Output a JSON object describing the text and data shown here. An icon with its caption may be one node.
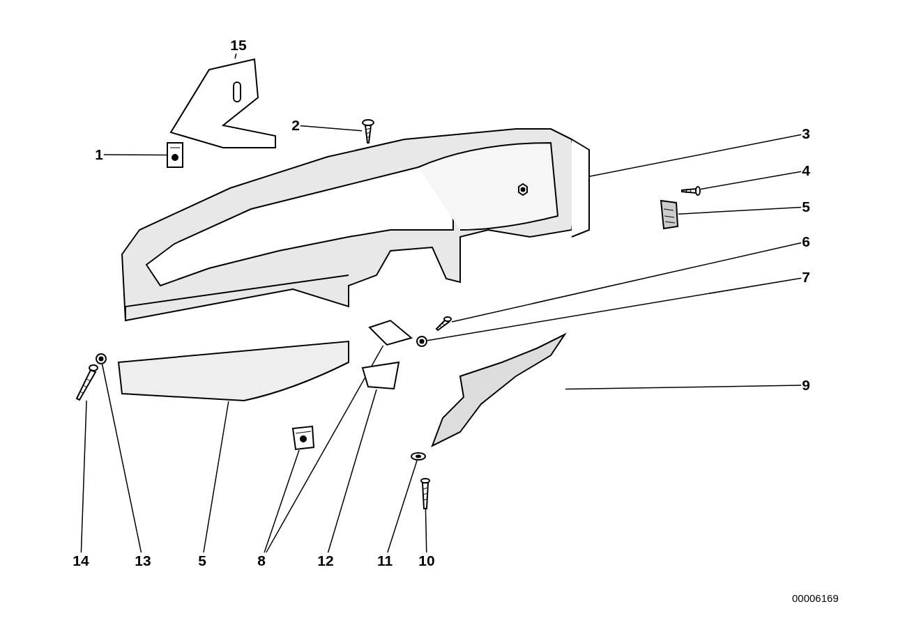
{
  "diagram": {
    "nodes": [
      {
        "text": [
          "15"
        ]
      },
      {
        "text": [
          "2"
        ]
      },
      {
        "text": [
          "1"
        ]
      },
      {
        "text": [
          "3"
        ]
      },
      {
        "text": [
          "4"
        ]
      },
      {
        "text": [
          "5"
        ]
      },
      {
        "text": [
          "6"
        ]
      },
      {
        "text": [
          "7"
        ]
      },
      {
        "text": [
          "9"
        ]
      },
      {
        "text": [
          "14"
        ]
      },
      {
        "text": [
          "13"
        ]
      },
      {
        "text": [
          "5"
        ]
      },
      {
        "text": [
          "8"
        ]
      },
      {
        "text": [
          "12"
        ]
      },
      {
        "text": [
          "11"
        ]
      },
      {
        "text": [
          "10"
        ]
      },
      {
        "text": [],
        "shape": "picture"
      },
      {
        "text": [],
        "shape": "picture"
      },
      {
        "text": [],
        "shape": "picture"
      },
      {
        "text": [],
        "shape": "picture"
      },
      {
        "text": [],
        "shape": "picture"
      },
      {
        "text": [],
        "shape": "picture"
      },
      {
        "text": [],
        "shape": "picture"
      },
      {
        "text": [],
        "shape": "picture"
      },
      {
        "text": [],
        "shape": "picture"
      },
      {
        "text": [],
        "shape": "picture"
      },
      {
        "text": [],
        "shape": "picture"
      },
      {
        "text": [],
        "shape": "picture"
      },
      {
        "text": [],
        "shape": "picture"
      },
      {
        "text": [],
        "shape": "picture"
      },
      {
        "text": [],
        "shape": "picture"
      },
      {
        "text": [],
        "shape": "picture"
      },
      {
        "text": [],
        "shape": "picture"
      }
    ],
    "edges": [
      {
        "from": 0,
        "to": 16,
        "arrow": "none"
      },
      {
        "from": 1,
        "to": 17,
        "arrow": "none"
      },
      {
        "from": 2,
        "to": 18,
        "arrow": "none"
      },
      {
        "from": 3,
        "to": 19,
        "arrow": "none"
      },
      {
        "from": 4,
        "to": 20,
        "arrow": "none"
      },
      {
        "from": 5,
        "to": 21,
        "arrow": "none"
      },
      {
        "from": 6,
        "to": 22,
        "arrow": "none"
      },
      {
        "from": 7,
        "to": 23,
        "arrow": "none"
      },
      {
        "from": 8,
        "to": 24,
        "arrow": "none"
      },
      {
        "from": 9,
        "to": 25,
        "arrow": "none"
      },
      {
        "from": 10,
        "to": 26,
        "arrow": "none"
      },
      {
        "from": 11,
        "to": 27,
        "arrow": "none"
      },
      {
        "from": 12,
        "to": 28,
        "arrow": "none"
      },
      {
        "from": 12,
        "to": 29,
        "arrow": "none"
      },
      {
        "from": 13,
        "to": 30,
        "arrow": "none"
      },
      {
        "from": 14,
        "to": 31,
        "arrow": "none"
      },
      {
        "from": 15,
        "to": 32,
        "arrow": "none"
      }
    ],
    "labels": [
      "00006169"
    ]
  }
}
